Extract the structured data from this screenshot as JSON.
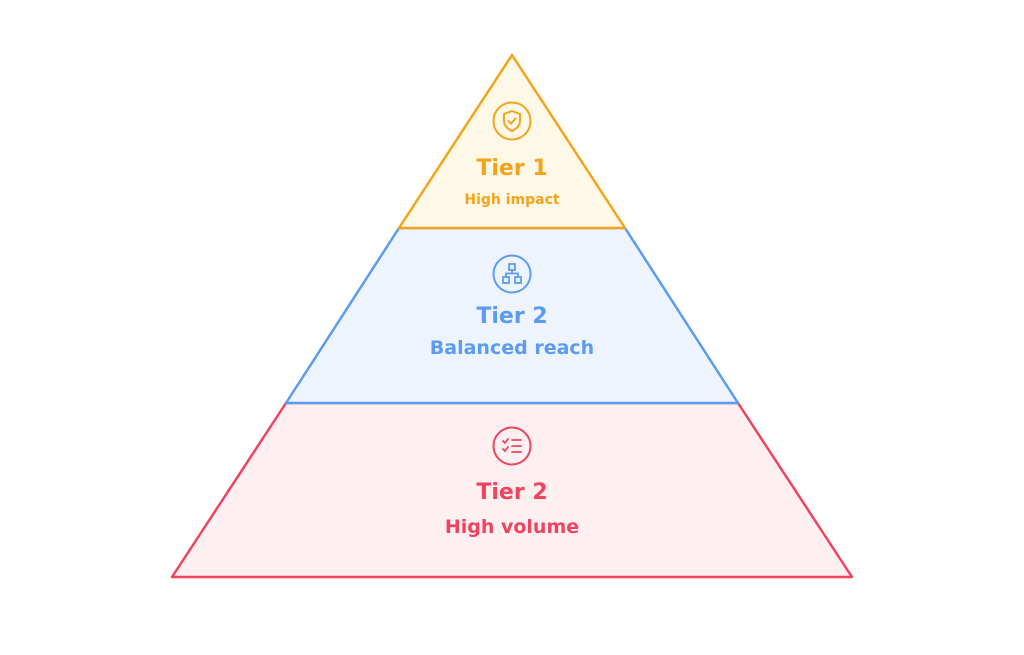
{
  "tiers": [
    {
      "title": "Tier 1",
      "subtitle": "High impact",
      "icon": "shield-check-icon",
      "stroke": "#F5A31A",
      "fill": "#FEF9E6"
    },
    {
      "title": "Tier 2",
      "subtitle": "Balanced reach",
      "icon": "hierarchy-icon",
      "stroke": "#5B9BF5",
      "fill": "#EDF4FE"
    },
    {
      "title": "Tier 2",
      "subtitle": "High volume",
      "icon": "checklist-icon",
      "stroke": "#EE4460",
      "fill": "#FEF0F1"
    }
  ]
}
